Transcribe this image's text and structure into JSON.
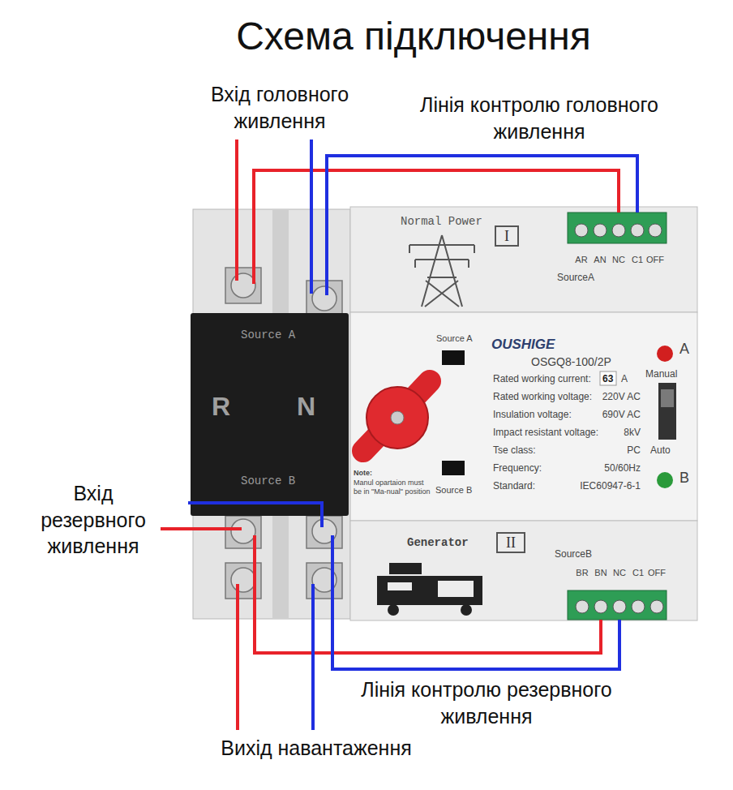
{
  "diagram": {
    "title": "Схема підключення",
    "nodes": [
      {
        "text": [
          "Normal Power",
          "SourceA"
        ]
      },
      {
        "text": [
          "I"
        ],
        "in": 0
      },
      {
        "text": [
          "Source A",
          "R",
          "N",
          "Source B"
        ]
      },
      {
        "text": [
          "Generator",
          "SourceB"
        ]
      },
      {
        "text": [
          "II"
        ],
        "in": 3
      }
    ],
    "labels": [
      "Вхід головного живлення",
      "Лінія контролю головного живлення",
      "Вхід резервного живлення",
      "Лінія контролю резервного живлення",
      "Вихід навантаження",
      "AR",
      "AN",
      "NC",
      "C1",
      "OFF",
      "Source A",
      "OUSHIGE",
      "OSGQ8-100/2P",
      "Rated working current:",
      "63",
      "A",
      "Rated working voltage:",
      "220V AC",
      "Insulation voltage:",
      "690V AC",
      "Impact resistant voltage:",
      "8kV",
      "Tse class:",
      "PC",
      "Frequency:",
      "50/60Hz",
      "Standard:",
      "IEC60947-6-1",
      "Note:",
      "Manul opartaion must be in \"Ma-nual\" position",
      "Source B",
      "A",
      "Manual",
      "Auto",
      "B",
      "BR",
      "BN",
      "NC",
      "C1",
      "OFF"
    ]
  }
}
